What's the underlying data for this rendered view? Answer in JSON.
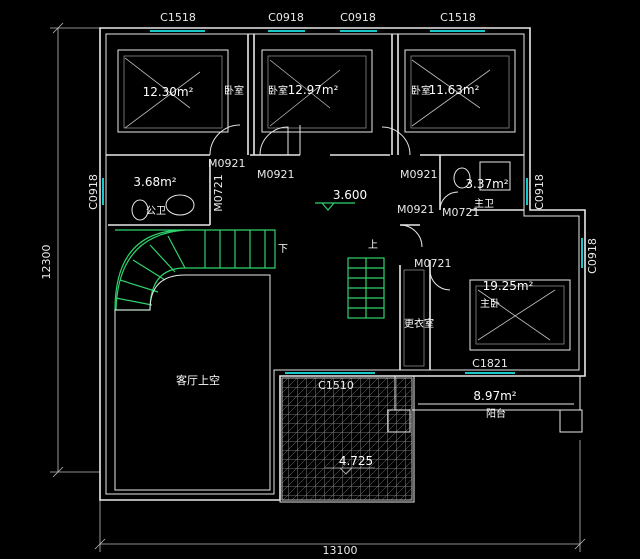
{
  "dimensions": {
    "overall_height": "12300",
    "overall_width": "13100"
  },
  "elevations": {
    "floor": "3.600",
    "balcony": "4.725"
  },
  "rooms": {
    "bedroom_left": {
      "area": "12.30m²",
      "name": "卧室"
    },
    "bedroom_middle": {
      "name": "卧室",
      "area": "12.97m²"
    },
    "bedroom_right": {
      "name": "卧室",
      "area": "11.63m²"
    },
    "public_bath": {
      "area": "3.68m²",
      "name": "公卫"
    },
    "master_bath": {
      "area": "3.37m²",
      "name": "主卫"
    },
    "master_bedroom": {
      "area": "19.25m²",
      "name": "主卧"
    },
    "dressing_room": {
      "name": "更衣室"
    },
    "living_void": {
      "name": "客厅上空"
    },
    "balcony": {
      "area": "8.97m²",
      "name": "阳台"
    }
  },
  "windows": {
    "top_left": "C1518",
    "top_mid_left": "C0918",
    "top_mid_right": "C0918",
    "top_right": "C1518",
    "left_bath": "C0918",
    "right_bath": "C0918",
    "right_master": "C0918",
    "master_bottom": "C1821",
    "living_bottom": "C1510"
  },
  "doors": {
    "d1": "M0921",
    "d2": "M0921",
    "d3": "M0921",
    "d4": "M0921",
    "d5": "M0721",
    "d6": "M0721",
    "d7": "M0721"
  },
  "stairs": {
    "down": "下",
    "up": "上"
  },
  "colors": {
    "background": "#000000",
    "walls": "#e8e8e8",
    "windows": "#18c8c8",
    "stair_lines": "#2fd36b"
  }
}
